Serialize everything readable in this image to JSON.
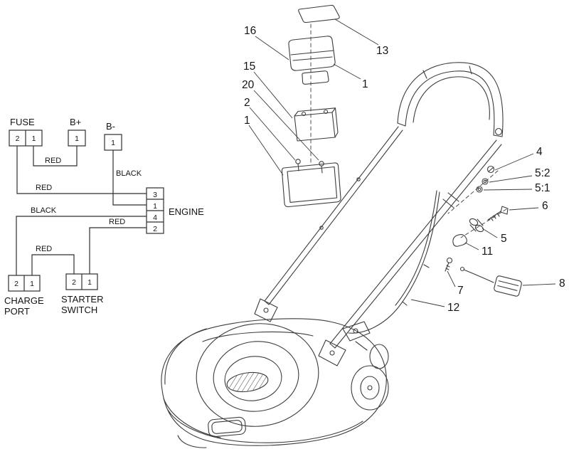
{
  "wiring": {
    "fuse": {
      "label": "FUSE",
      "pins": [
        "2",
        "1"
      ]
    },
    "b_plus": {
      "label": "B+",
      "pins": [
        "1"
      ]
    },
    "b_minus": {
      "label": "B-",
      "pins": [
        "1"
      ]
    },
    "engine": {
      "label": "ENGINE",
      "pins": [
        "3",
        "1",
        "4",
        "2"
      ]
    },
    "charge_port": {
      "label_line1": "CHARGE",
      "label_line2": "PORT",
      "pins": [
        "2",
        "1"
      ]
    },
    "starter_switch": {
      "label_line1": "STARTER",
      "label_line2": "SWITCH",
      "pins": [
        "2",
        "1"
      ]
    },
    "wire_labels": {
      "fuse_to_bplus": "RED",
      "fuse_to_engine": "RED",
      "bminus_to_engine": "BLACK",
      "chargeport_to_engine": "BLACK",
      "starter_to_engine": "RED",
      "chargeport_to_starter": "RED"
    }
  },
  "callouts": {
    "c16": "16",
    "c15": "15",
    "c20": "20",
    "c2": "2",
    "c1_lower": "1",
    "c13": "13",
    "c1_upper": "1",
    "c4": "4",
    "c5_2": "5:2",
    "c5_1": "5:1",
    "c6": "6",
    "c5": "5",
    "c11": "11",
    "c7": "7",
    "c8": "8",
    "c12": "12"
  },
  "colors": {
    "line": "#3c3c3c",
    "text": "#141414",
    "background": "#ffffff"
  }
}
